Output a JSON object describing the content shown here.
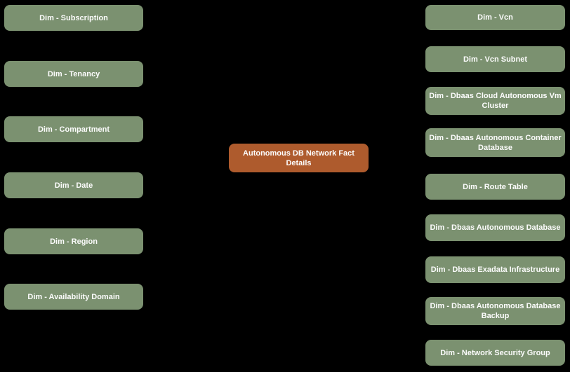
{
  "colors": {
    "background": "#000000",
    "dimension_box": "#7b9170",
    "fact_box": "#ae5b2d",
    "box_text": "#fcfcfc"
  },
  "fact": {
    "label": "Autonomous DB Network Fact Details"
  },
  "left_dimensions": [
    {
      "label": "Dim - Subscription"
    },
    {
      "label": "Dim - Tenancy"
    },
    {
      "label": "Dim - Compartment"
    },
    {
      "label": "Dim - Date"
    },
    {
      "label": "Dim - Region"
    },
    {
      "label": "Dim - Availability Domain"
    }
  ],
  "right_dimensions": [
    {
      "label": "Dim - Vcn"
    },
    {
      "label": "Dim - Vcn Subnet"
    },
    {
      "label": "Dim - Dbaas Cloud Autonomous Vm Cluster"
    },
    {
      "label": "Dim - Dbaas Autonomous Container Database"
    },
    {
      "label": "Dim - Route Table"
    },
    {
      "label": "Dim - Dbaas Autonomous Database"
    },
    {
      "label": "Dim - Dbaas Exadata Infrastructure"
    },
    {
      "label": "Dim - Dbaas Autonomous Database Backup"
    },
    {
      "label": "Dim - Network Security Group"
    }
  ]
}
